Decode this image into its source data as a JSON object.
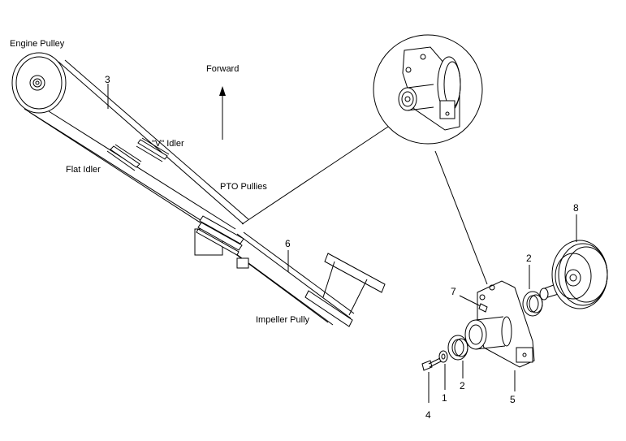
{
  "labels": {
    "engine_pulley": "Engine Pulley",
    "forward": "Forward",
    "v_idler": "\"V\" Idler",
    "flat_idler": "Flat Idler",
    "pto_pullies": "PTO Pullies",
    "impeller_pully": "Impeller Pully"
  },
  "callouts": {
    "c3": "3",
    "c6": "6",
    "c8": "8",
    "c2_top": "2",
    "c7": "7",
    "c2_bottom": "2",
    "c1": "1",
    "c5": "5",
    "c4": "4"
  }
}
